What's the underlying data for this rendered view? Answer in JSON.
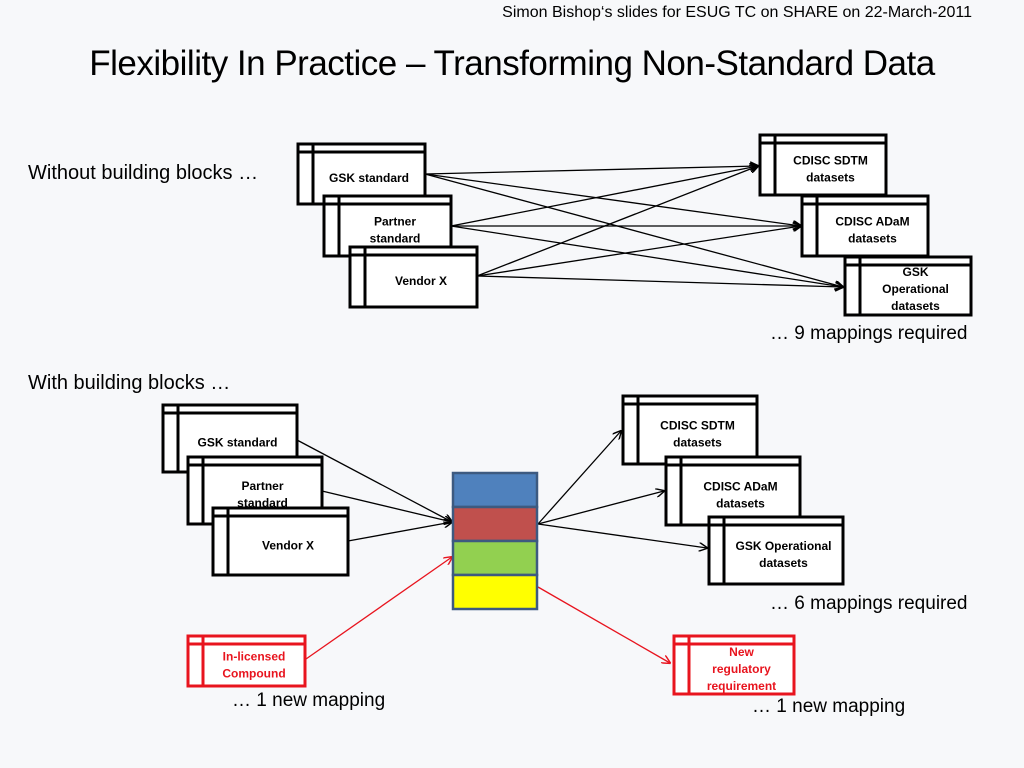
{
  "header_note": "Simon Bishop‘s slides for ESUG TC on SHARE on 22-March-2011",
  "title": "Flexibility In Practice – Transforming Non-Standard Data",
  "colors": {
    "background": "#f7f8fa",
    "box_border": "#000000",
    "highlight": "#e8141e",
    "stack_border": "#3d5a80",
    "stack_blue": "#4f81bd",
    "stack_red": "#c0504d",
    "stack_green": "#92d050",
    "stack_yellow": "#ffff00"
  },
  "without": {
    "label": "Without building blocks …",
    "sources": [
      {
        "lines": [
          "GSK standard"
        ]
      },
      {
        "lines": [
          "Partner",
          "standard"
        ]
      },
      {
        "lines": [
          "Vendor X"
        ]
      }
    ],
    "targets": [
      {
        "lines": [
          "CDISC SDTM",
          "datasets"
        ]
      },
      {
        "lines": [
          "CDISC ADaM",
          "datasets"
        ]
      },
      {
        "lines": [
          "GSK",
          "Operational",
          "datasets"
        ]
      }
    ],
    "caption": "… 9 mappings required"
  },
  "with": {
    "label": "With building blocks …",
    "sources": [
      {
        "lines": [
          "GSK standard"
        ]
      },
      {
        "lines": [
          "Partner",
          "standard"
        ]
      },
      {
        "lines": [
          "Vendor X"
        ]
      }
    ],
    "targets": [
      {
        "lines": [
          "CDISC SDTM",
          "datasets"
        ]
      },
      {
        "lines": [
          "CDISC ADaM",
          "datasets"
        ]
      },
      {
        "lines": [
          "GSK Operational",
          "datasets"
        ]
      }
    ],
    "stack_layers": [
      "blue",
      "red",
      "green",
      "yellow"
    ],
    "caption": "… 6 mappings required",
    "new_source": {
      "lines": [
        "In-licensed",
        "Compound"
      ],
      "caption": "… 1 new mapping"
    },
    "new_target": {
      "lines": [
        "New",
        "regulatory",
        "requirement"
      ],
      "caption": "… 1 new mapping"
    }
  }
}
